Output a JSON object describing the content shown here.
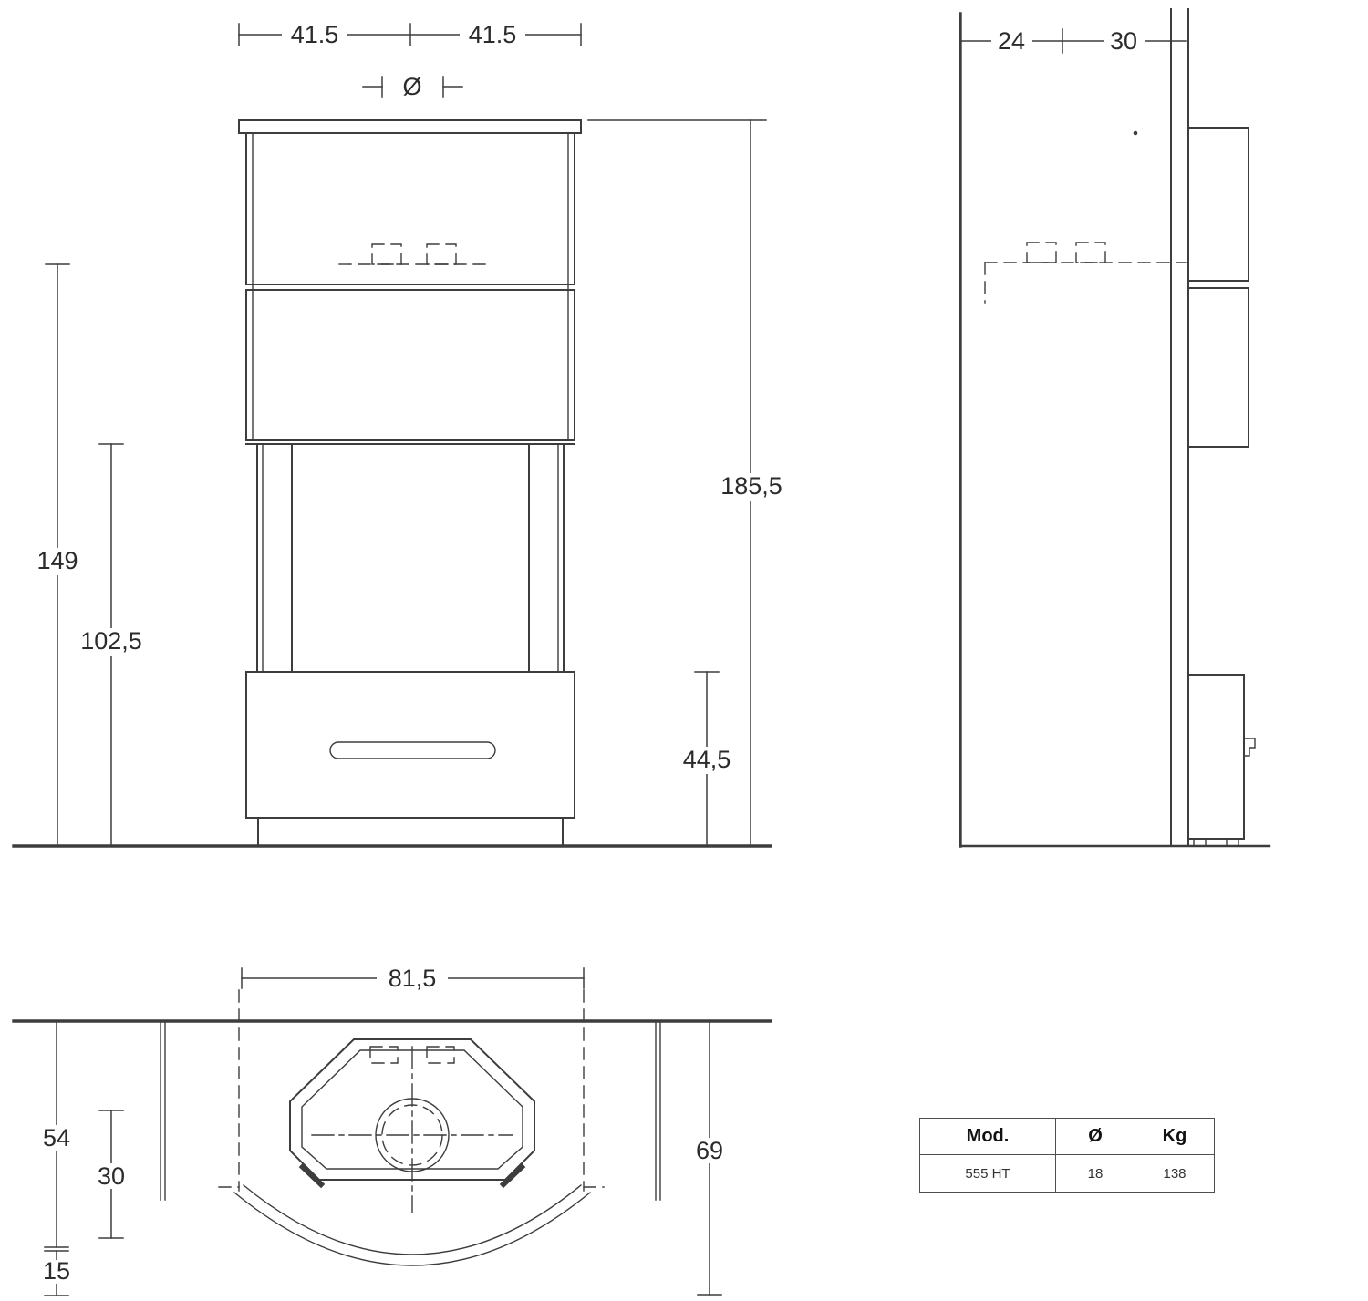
{
  "colors": {
    "line": "#3d3d3d",
    "text": "#2b2b2b",
    "background": "#ffffff"
  },
  "front_view": {
    "dim_half_width_left": "41.5",
    "dim_half_width_right": "41.5",
    "flue_diameter_symbol": "Ø",
    "dim_total_height": "185,5",
    "dim_flue_center_height": "149",
    "dim_firebox_height": "102,5",
    "dim_base_height": "44,5"
  },
  "side_view": {
    "dim_flue_offset": "24",
    "dim_wall_offset": "30"
  },
  "plan_view": {
    "dim_overall_width": "81,5",
    "dim_front_depth": "54",
    "dim_inner_depth": "30",
    "dim_door_offset": "15",
    "dim_overall_depth": "69"
  },
  "spec_table": {
    "headers": [
      "Mod.",
      "Ø",
      "Kg"
    ],
    "row": [
      "555 HT",
      "18",
      "138"
    ]
  }
}
